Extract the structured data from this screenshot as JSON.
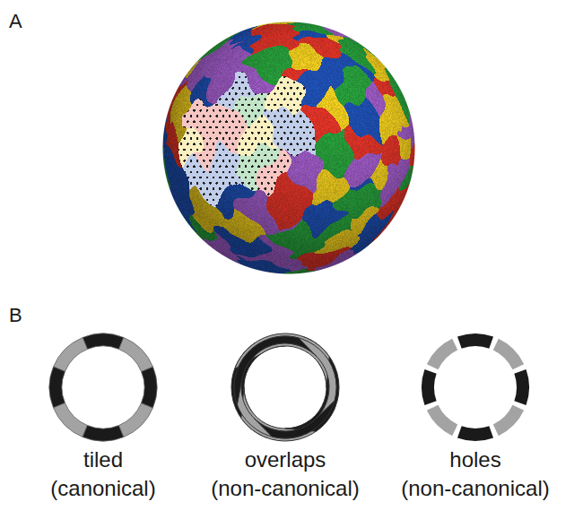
{
  "diagram": {
    "labels": [
      "A",
      "B",
      "tiled",
      "(canonical)",
      "overlaps",
      "(non-canonical)",
      "holes",
      "(non-canonical)"
    ]
  }
}
